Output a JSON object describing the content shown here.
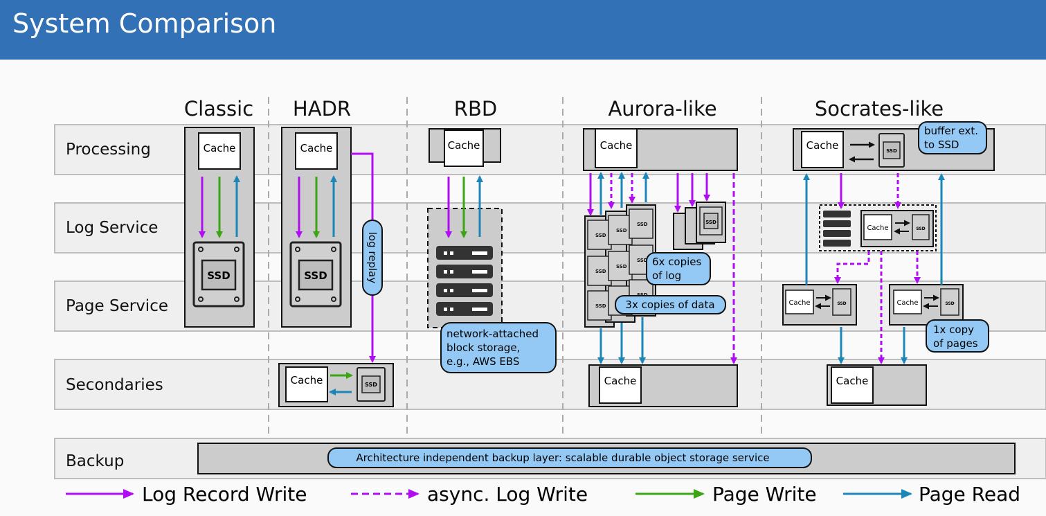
{
  "header": {
    "title": "System Comparison"
  },
  "columns": {
    "classic": "Classic",
    "hadr": "HADR",
    "rbd": "RBD",
    "aurora": "Aurora-like",
    "socrates": "Socrates-like"
  },
  "rows": {
    "processing": "Processing",
    "log_service": "Log Service",
    "page_service": "Page Service",
    "secondaries": "Secondaries",
    "backup": "Backup"
  },
  "labels": {
    "cache": "Cache",
    "ssd": "SSD",
    "log_replay": "log replay"
  },
  "callouts": {
    "rbd_storage": [
      "network-attached",
      "block storage,",
      "e.g., AWS EBS"
    ],
    "aurora_log": [
      "6x copies",
      "of log"
    ],
    "aurora_data": "3x copies of data",
    "socrates_buffer": [
      "buffer ext.",
      "to SSD"
    ],
    "socrates_pages": [
      "1x copy",
      "of pages"
    ],
    "backup": "Architecture independent backup layer: scalable durable object storage service"
  },
  "legend": {
    "log_record_write": "Log Record Write",
    "async_log_write": "async. Log Write",
    "page_write": "Page Write",
    "page_read": "Page Read"
  },
  "colors": {
    "header_bg": "#3271b5",
    "log_record_write": "#b10df2",
    "page_write": "#3da514",
    "page_read": "#1c86b8",
    "callout_fill": "#93c9f4",
    "band_fill": "#efefef",
    "box_fill": "#cccccc"
  }
}
